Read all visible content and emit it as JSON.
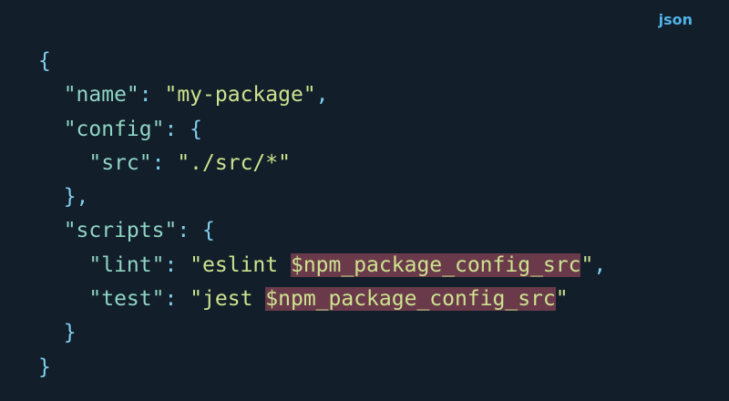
{
  "language_label": "json",
  "colors": {
    "background": "#121e29",
    "key": "#8fd5c5",
    "string": "#cde38f",
    "punctuation": "#80cfee",
    "highlight": "#6a3a4a",
    "language_label": "#4fb3e8"
  },
  "code_lines": [
    [
      {
        "t": "{",
        "c": "punct"
      }
    ],
    [
      {
        "t": "  \"name\"",
        "c": "key"
      },
      {
        "t": ": ",
        "c": "punct"
      },
      {
        "t": "\"my-package\"",
        "c": "str"
      },
      {
        "t": ",",
        "c": "punct"
      }
    ],
    [
      {
        "t": "  \"config\"",
        "c": "key"
      },
      {
        "t": ": {",
        "c": "punct"
      }
    ],
    [
      {
        "t": "    \"src\"",
        "c": "key"
      },
      {
        "t": ": ",
        "c": "punct"
      },
      {
        "t": "\"./src/*\"",
        "c": "str"
      }
    ],
    [
      {
        "t": "  },",
        "c": "punct"
      }
    ],
    [
      {
        "t": "  \"scripts\"",
        "c": "key"
      },
      {
        "t": ": {",
        "c": "punct"
      }
    ],
    [
      {
        "t": "    \"lint\"",
        "c": "key"
      },
      {
        "t": ": ",
        "c": "punct"
      },
      {
        "t": "\"eslint ",
        "c": "str"
      },
      {
        "t": "$npm_package_config_src",
        "c": "hl"
      },
      {
        "t": "\"",
        "c": "str"
      },
      {
        "t": ",",
        "c": "punct"
      }
    ],
    [
      {
        "t": "    \"test\"",
        "c": "key"
      },
      {
        "t": ": ",
        "c": "punct"
      },
      {
        "t": "\"jest ",
        "c": "str"
      },
      {
        "t": "$npm_package_config_src",
        "c": "hl"
      },
      {
        "t": "\"",
        "c": "str"
      }
    ],
    [
      {
        "t": "  }",
        "c": "punct"
      }
    ],
    [
      {
        "t": "}",
        "c": "punct"
      }
    ]
  ]
}
